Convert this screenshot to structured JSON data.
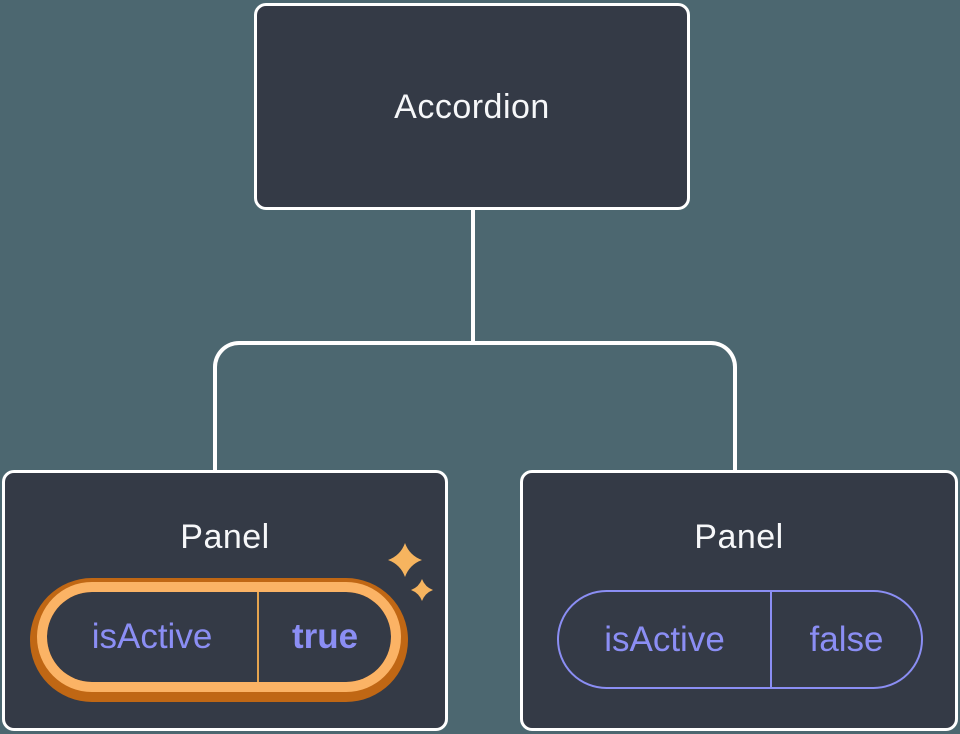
{
  "colors": {
    "background": "#4C6770",
    "node-fill": "#343A46",
    "node-border": "#FFFFFF",
    "connector": "#FFFFFF",
    "title-text": "#F6F7F9",
    "state-purple": "#8B8EF4",
    "highlight-ring-light": "#FBB365",
    "highlight-ring-dark": "#C06714",
    "highlight-divider": "#E5A44F",
    "sparkle": "#F6B45F"
  },
  "tree": {
    "root": {
      "label": "Accordion"
    },
    "children": [
      {
        "label": "Panel",
        "state": {
          "key": "isActive",
          "value": "true"
        },
        "highlighted": true
      },
      {
        "label": "Panel",
        "state": {
          "key": "isActive",
          "value": "false"
        },
        "highlighted": false
      }
    ]
  }
}
